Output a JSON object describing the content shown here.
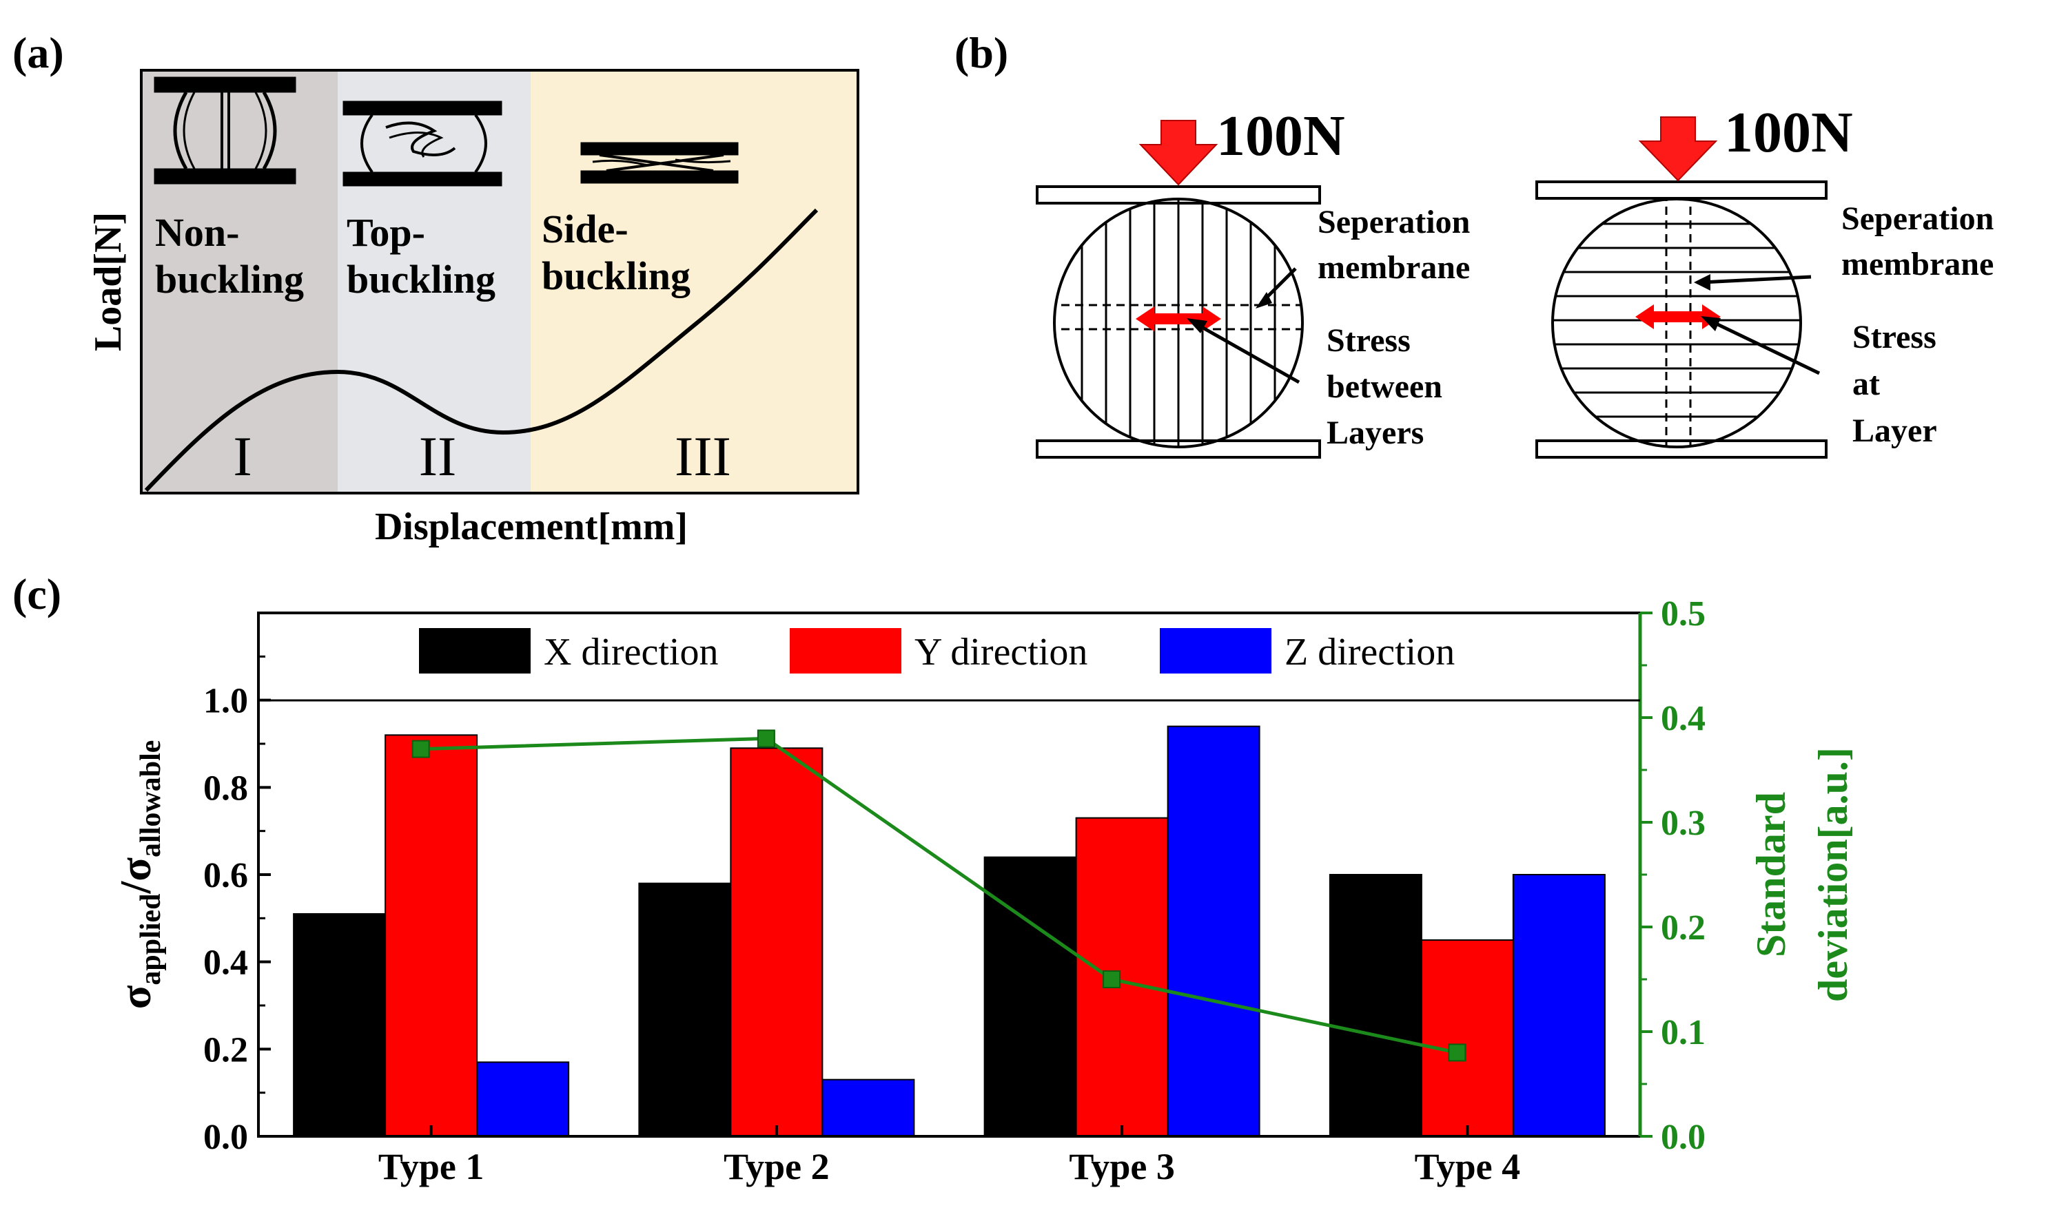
{
  "panel_a": {
    "label": "(a)",
    "ylabel": "Load[N]",
    "xlabel": "Displacement[mm]",
    "regions": [
      {
        "label_line1": "Non-",
        "label_line2": "buckling",
        "numeral": "I",
        "color": "#d4cfcf"
      },
      {
        "label_line1": "Top-",
        "label_line2": "buckling",
        "numeral": "II",
        "color": "#e4e6ea"
      },
      {
        "label_line1": "Side-",
        "label_line2": "buckling",
        "numeral": "III",
        "color": "#fcf0d4"
      }
    ]
  },
  "panel_b": {
    "label": "(b)",
    "left": {
      "force": "100N",
      "note1": "Seperation",
      "note2": "membrane",
      "stress1": "Stress",
      "stress2": "between",
      "stress3": "Layers"
    },
    "right": {
      "force": "100N",
      "note1": "Seperation",
      "note2": "membrane",
      "stress1": "Stress",
      "stress2": "at",
      "stress3": "Layer"
    },
    "arrow_color": "#ff0000"
  },
  "panel_c": {
    "label": "(c)",
    "ylabel_symbol": "σ",
    "ylabel_sub1": "applied",
    "ylabel_slash": "/",
    "ylabel_sub2": "allowable",
    "y2label_line1": "Standard",
    "y2label_line2": "deviation[a.u.]",
    "legend": [
      "X direction",
      "Y direction",
      "Z direction"
    ],
    "y_ticks": [
      "0.0",
      "0.2",
      "0.4",
      "0.6",
      "0.8",
      "1.0"
    ],
    "y2_ticks": [
      "0.0",
      "0.1",
      "0.2",
      "0.3",
      "0.4",
      "0.5"
    ]
  },
  "chart_data": {
    "type": "bar",
    "categories": [
      "Type 1",
      "Type 2",
      "Type 3",
      "Type 4"
    ],
    "series": [
      {
        "name": "X direction",
        "values": [
          0.51,
          0.58,
          0.64,
          0.6
        ],
        "color": "#000000"
      },
      {
        "name": "Y direction",
        "values": [
          0.92,
          0.89,
          0.73,
          0.45
        ],
        "color": "#ff0000"
      },
      {
        "name": "Z direction",
        "values": [
          0.17,
          0.13,
          0.94,
          0.6
        ],
        "color": "#0000ff"
      }
    ],
    "line_series": {
      "axis": "right",
      "values": [
        0.37,
        0.38,
        0.15,
        0.08
      ],
      "color": "#1b8a1b"
    },
    "ylim": [
      0,
      1.2
    ],
    "y2lim": [
      0,
      0.5
    ],
    "legend_position": "top"
  }
}
